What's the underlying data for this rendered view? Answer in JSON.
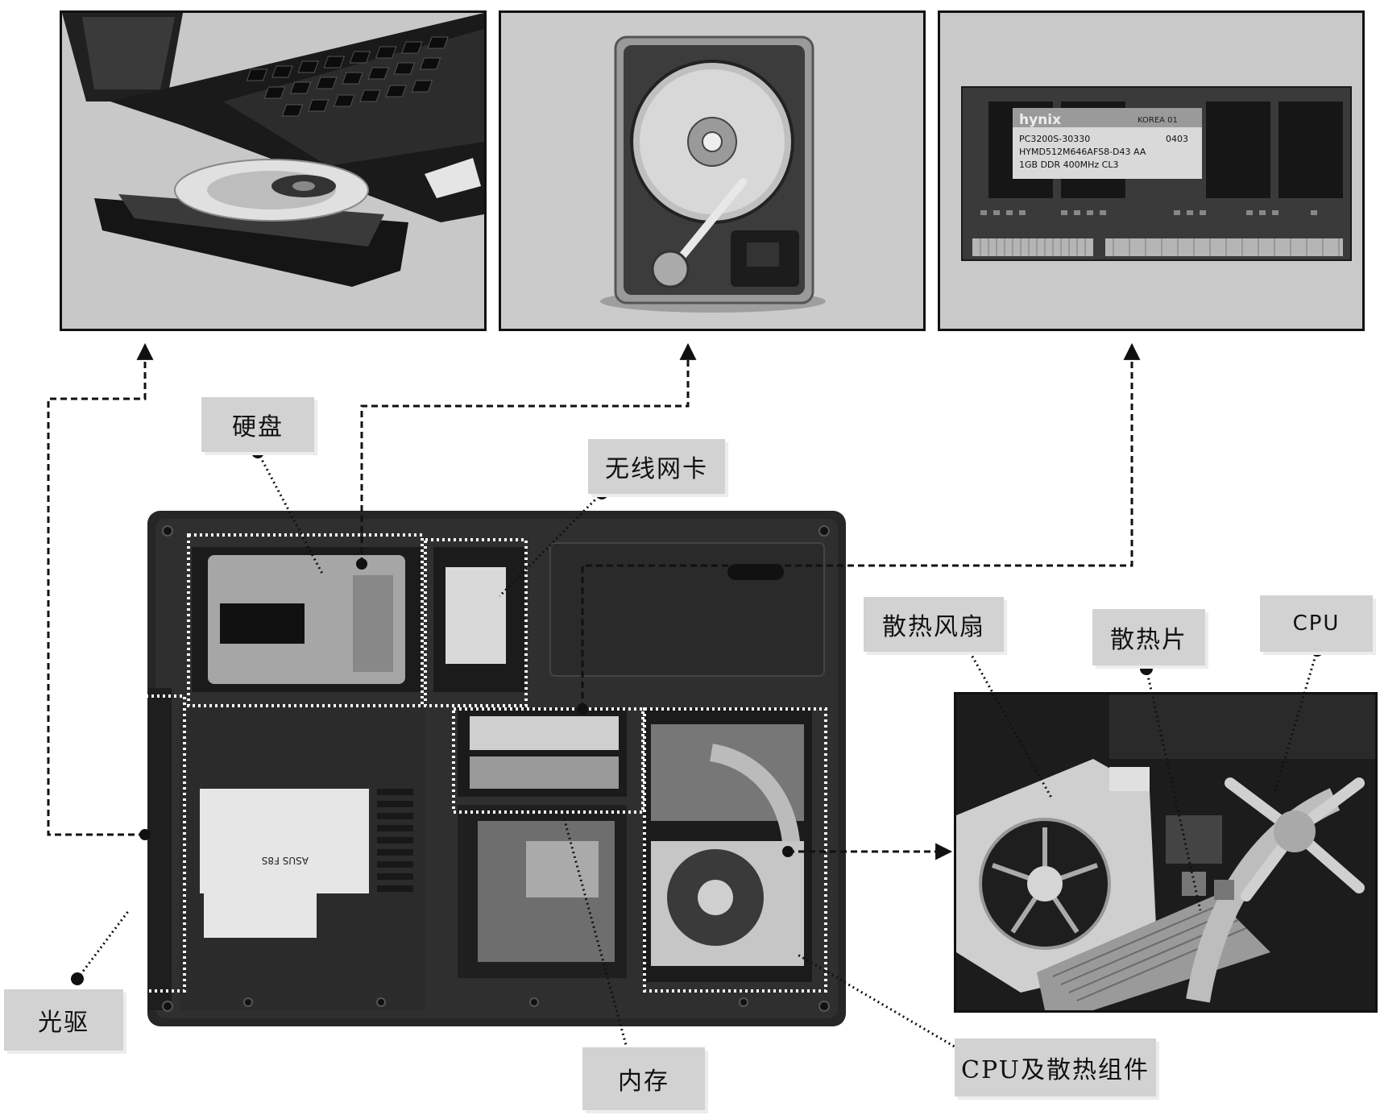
{
  "labels": {
    "hard_disk": "硬盘",
    "wireless_card": "无线网卡",
    "optical_drive": "光驱",
    "memory": "内存",
    "cooling_fan": "散热风扇",
    "heat_sink": "散热片",
    "cpu": "CPU",
    "cpu_cooling_assembly": "CPU及散热组件"
  },
  "photos": {
    "optical_drive_photo": "laptop with open optical drive tray",
    "hard_disk_photo": "opened hard disk drive",
    "memory_photo": "laptop memory module",
    "laptop_bottom_photo": "laptop bottom with covers removed",
    "cpu_closeup_photo": "CPU, heat sink and cooling fan close-up"
  },
  "memory_module": {
    "brand": "hynix",
    "origin": "KOREA 01",
    "line1": "PC3200S-30330",
    "code": "0403",
    "line2": "HYMD512M646AFS8-D43 AA",
    "line3": "1GB DDR 400MHz CL3"
  },
  "laptop_sticker": {
    "brand": "ASUS F8S"
  },
  "colors": {
    "photo_background": "#c9c9c9",
    "label_background": "#d2d2d2",
    "line": "#111111"
  }
}
